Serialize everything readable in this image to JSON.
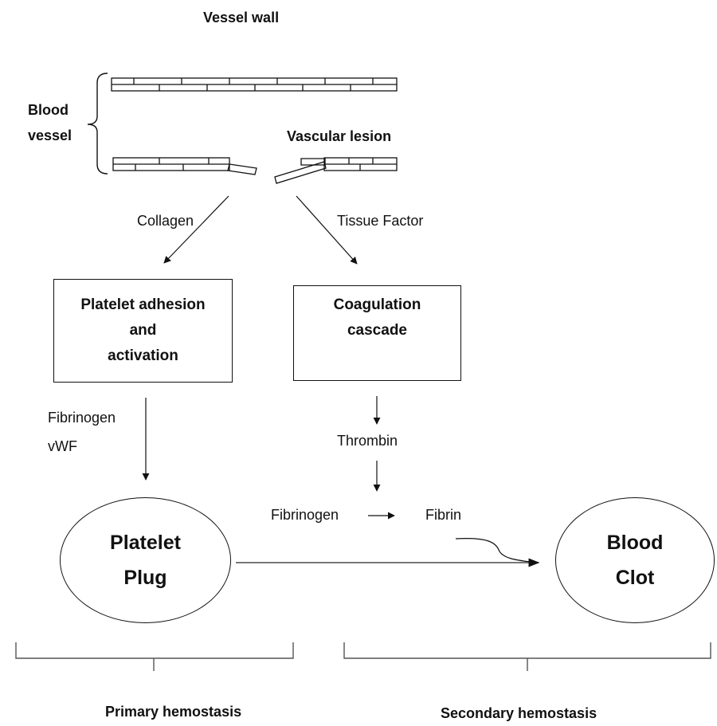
{
  "vessel_wall_label": "Vessel wall",
  "blood_vessel_label": [
    "Blood",
    "vessel"
  ],
  "vascular_lesion_label": "Vascular lesion",
  "collagen_label": "Collagen",
  "tissue_factor_label": "Tissue Factor",
  "platelet_box_lines": [
    "Platelet adhesion",
    "and",
    "activation"
  ],
  "coagulation_box_lines": [
    "Coagulation",
    "cascade"
  ],
  "fibrinogen_vwf_label": [
    "Fibrinogen",
    "vWF"
  ],
  "thrombin_label": "Thrombin",
  "fibrinogen_label": "Fibrinogen",
  "fibrin_label": "Fibrin",
  "platelet_plug_lines": [
    "Platelet",
    "Plug"
  ],
  "blood_clot_lines": [
    "Blood",
    "Clot"
  ],
  "primary_hemostasis_label": "Primary hemostasis",
  "secondary_hemostasis_label": "Secondary hemostasis"
}
